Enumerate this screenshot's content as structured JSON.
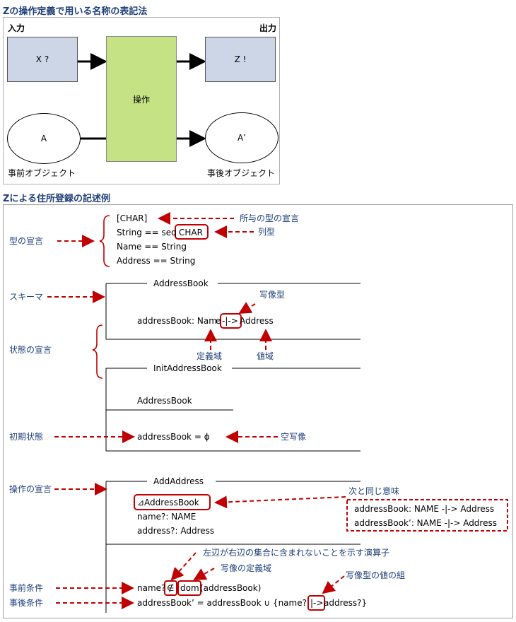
{
  "panel1": {
    "title": "Zの操作定義で用いる名称の表記法",
    "input_label": "入力",
    "output_label": "出力",
    "input_box": "X ?",
    "output_box": "Z !",
    "operation_box": "操作",
    "before_state": "A",
    "after_state": "A’",
    "before_label": "事前オブジェクト",
    "after_label": "事後オブジェクト",
    "colors": {
      "io_box": "#ccd6e6",
      "operation_box": "#c5e384",
      "red": "#c00000",
      "blue_text": "#1f3f7a"
    }
  },
  "panel2": {
    "title": "Zによる住所登録の記述例",
    "type_decl": {
      "lines": [
        "[CHAR]",
        "String == seq ",
        "CHAR",
        "Name == String",
        "Address == String"
      ],
      "label": "型の宣言",
      "given_type_note": "所与の型の宣言",
      "seq_type_note": "列型"
    },
    "schema1": {
      "title": "AddressBook",
      "side_label": "スキーマ",
      "state_label": "状態の宣言",
      "decl_prefix": "addressBook: Nam",
      "decl_e": "e",
      "decl_arrow": "-|->",
      "decl_suffix": " Address",
      "mapping_note": "写像型",
      "domain_note": "定義域",
      "range_note": "値域"
    },
    "schema2": {
      "title": "InitAddressBook",
      "include": "AddressBook",
      "init_label": "初期状態",
      "predicate": "addressBook = ϕ",
      "empty_map_note": "空写像"
    },
    "schema3": {
      "title": "AddAddress",
      "op_label": "操作の宣言",
      "delta": "⊿AddressBook",
      "decl1": "name?: NAME",
      "decl2": "address?: Address",
      "same_meaning_note": "次と同じ意味",
      "equiv_line1": "addressBook: NAME -|-> Address",
      "equiv_line2": "addressBook’: NAME -|-> Address",
      "operator_note": "左辺が右辺の集合に含まれないことを示す演算子",
      "dom_note": "写像の定義域",
      "pair_note": "写像型の値の組",
      "pre_label": "事前条件",
      "post_label": "事後条件",
      "pre_name": "name? ",
      "pre_notin": "∉",
      "pre_dom": "dom",
      "pre_rest": " (addressBook)",
      "post_prefix": "addressBook’ = addressBook ∪ {name? ",
      "post_arrow": "|->",
      "post_suffix": " address?}"
    }
  }
}
